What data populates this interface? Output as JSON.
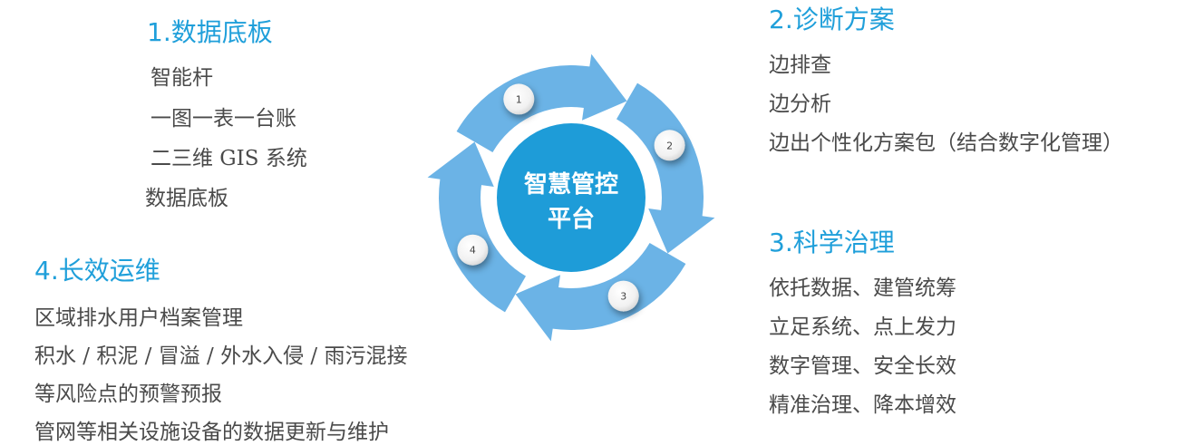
{
  "center": {
    "line1": "智慧管控",
    "line2": "平台",
    "color": "#1e9cd8"
  },
  "arrow_color": "#6bb3e6",
  "step_numbers": [
    "1",
    "2",
    "3",
    "4"
  ],
  "sections": {
    "data_base": {
      "title": "1.数据底板",
      "items": [
        "智能杆",
        "一图一表一台账",
        "二三维 GIS 系统",
        "数据底板"
      ]
    },
    "diagnosis": {
      "title": "2.诊断方案",
      "items": [
        "边排查",
        "边分析",
        "边出个性化方案包（结合数字化管理）"
      ]
    },
    "governance": {
      "title": "3.科学治理",
      "items": [
        "依托数据、建管统筹",
        "立足系统、点上发力",
        "数字管理、安全长效",
        "精准治理、降本增效"
      ]
    },
    "operation": {
      "title": "4.长效运维",
      "items": [
        "区域排水用户档案管理",
        "积水 / 积泥 / 冒溢 / 外水入侵 / 雨污混接",
        "等风险点的预警预报",
        "管网等相关设施设备的数据更新与维护"
      ]
    }
  }
}
